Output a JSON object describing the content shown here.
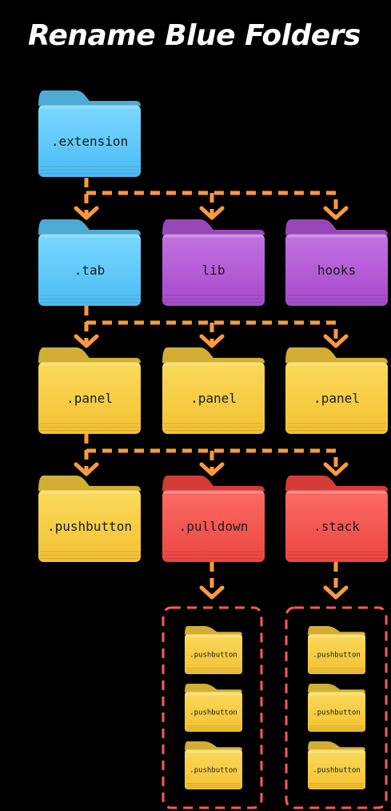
{
  "title": "Rename Blue Folders",
  "colors": {
    "background": "#000000",
    "arrow": "#ff9a3c",
    "group_border": "#ff5a5a",
    "blue": "#5ac8fa",
    "purple": "#b155d6",
    "yellow": "#f7cc3e",
    "red": "#f8463f"
  },
  "folders": [
    {
      "id": "extension",
      "label": ".extension",
      "color": "blue"
    },
    {
      "id": "tab",
      "label": ".tab",
      "color": "blue"
    },
    {
      "id": "lib",
      "label": "lib",
      "color": "purple"
    },
    {
      "id": "hooks",
      "label": "hooks",
      "color": "purple"
    },
    {
      "id": "panel-1",
      "label": ".panel",
      "color": "yellow"
    },
    {
      "id": "panel-2",
      "label": ".panel",
      "color": "yellow"
    },
    {
      "id": "panel-3",
      "label": ".panel",
      "color": "yellow"
    },
    {
      "id": "pushbutton",
      "label": ".pushbutton",
      "color": "yellow"
    },
    {
      "id": "pulldown",
      "label": ".pulldown",
      "color": "red"
    },
    {
      "id": "stack",
      "label": ".stack",
      "color": "red"
    }
  ],
  "groups": [
    {
      "id": "pulldown-children",
      "items": [
        ".pushbutton",
        ".pushbutton",
        ".pushbutton"
      ]
    },
    {
      "id": "stack-children",
      "items": [
        ".pushbutton",
        ".pushbutton",
        ".pushbutton"
      ]
    }
  ],
  "icon": "folder-icon"
}
